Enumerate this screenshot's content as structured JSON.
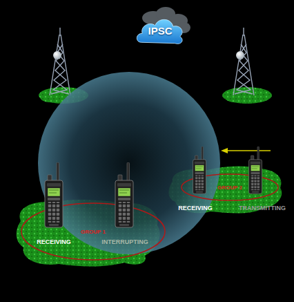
{
  "diagram": {
    "nodes": [
      {
        "text": [
          "IPSC"
        ]
      },
      {
        "text": [
          "GROUP 1"
        ]
      },
      {
        "text": [
          "GROUP 2"
        ]
      }
    ],
    "labels": [
      "RECEIVING",
      "INTERRUPTING",
      "RECEIVING",
      "TRANSMITTING"
    ]
  }
}
